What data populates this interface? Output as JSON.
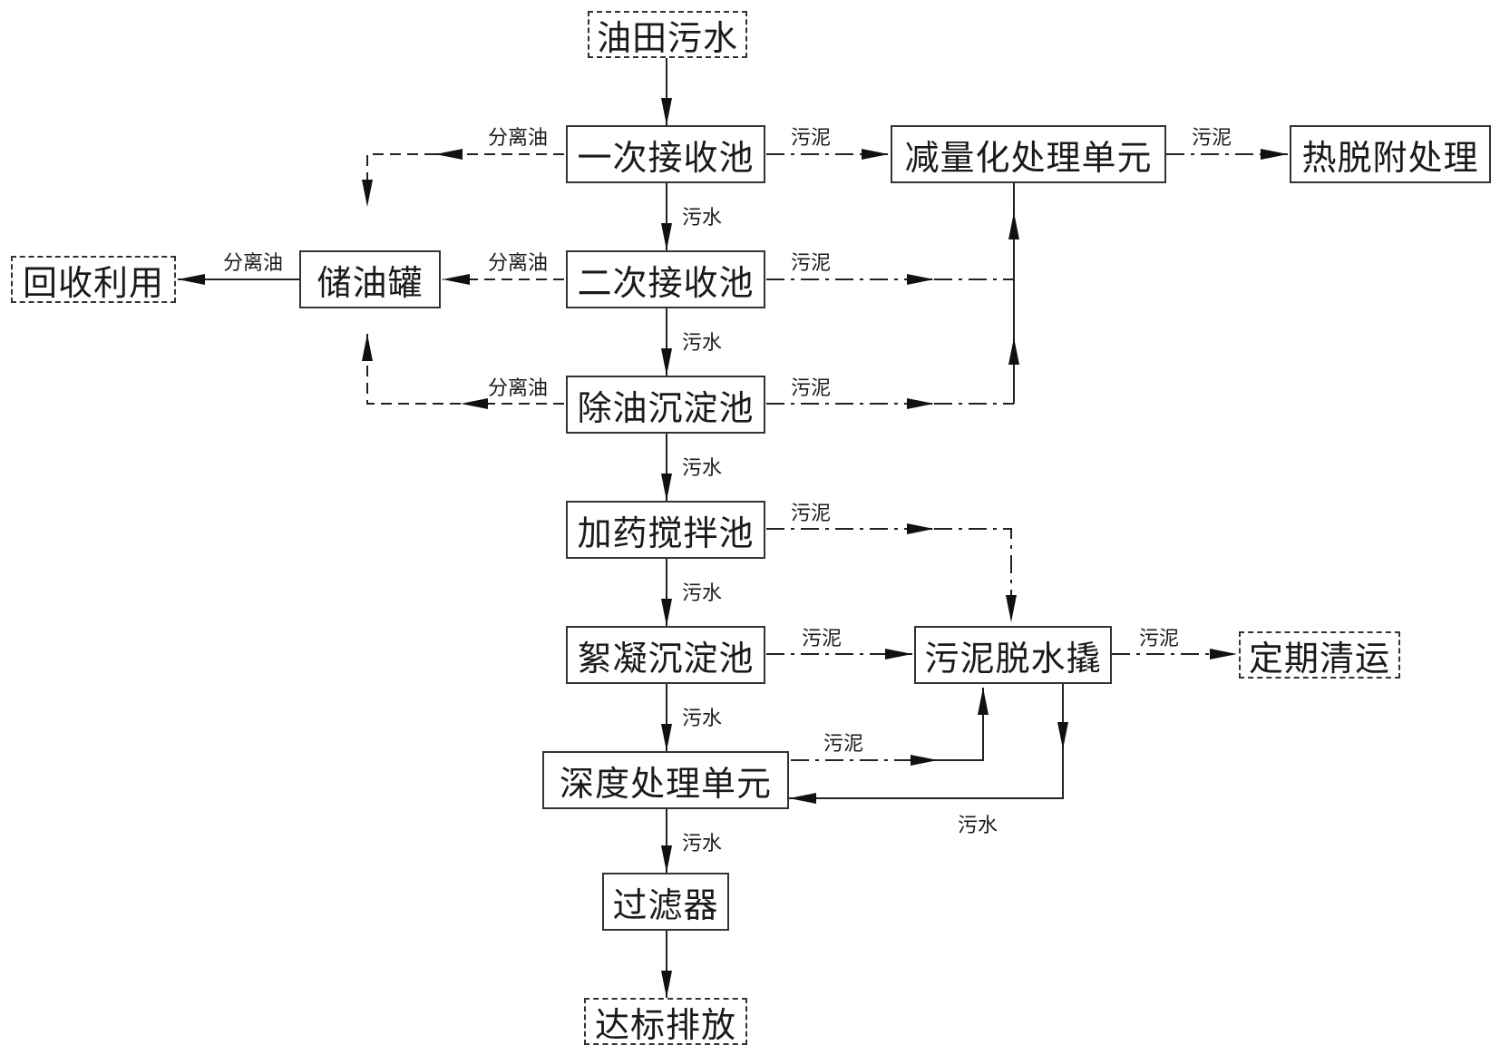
{
  "nodes": {
    "source": "油田污水",
    "primary_tank": "一次接收池",
    "secondary_tank": "二次接收池",
    "oil_removal_tank": "除油沉淀池",
    "dosing_tank": "加药搅拌池",
    "flocculation_tank": "絮凝沉淀池",
    "advanced_unit": "深度处理单元",
    "filter": "过滤器",
    "discharge": "达标排放",
    "oil_storage": "储油罐",
    "recycle": "回收利用",
    "reduction_unit": "减量化处理单元",
    "thermal_desorption": "热脱附处理",
    "dewatering": "污泥脱水撬",
    "disposal": "定期清运"
  },
  "labels": {
    "sewage": "污水",
    "sludge": "污泥",
    "separated_oil": "分离油"
  }
}
